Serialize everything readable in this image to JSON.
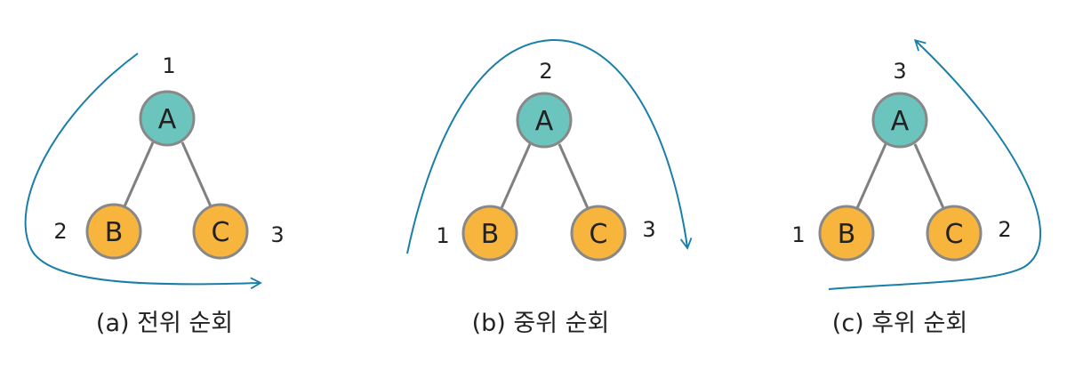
{
  "colors": {
    "root_fill": "#6cc4be",
    "child_fill": "#f7b53d",
    "node_stroke": "#888888",
    "edge": "#808080",
    "arrow": "#1a7fa8"
  },
  "panels": [
    {
      "caption": "(a) 전위 순회",
      "nodes": {
        "root": "A",
        "left": "B",
        "right": "C"
      },
      "order": {
        "root": "1",
        "left": "2",
        "right": "3"
      }
    },
    {
      "caption": "(b) 중위 순회",
      "nodes": {
        "root": "A",
        "left": "B",
        "right": "C"
      },
      "order": {
        "root": "2",
        "left": "1",
        "right": "3"
      }
    },
    {
      "caption": "(c) 후위 순회",
      "nodes": {
        "root": "A",
        "left": "B",
        "right": "C"
      },
      "order": {
        "root": "3",
        "left": "1",
        "right": "2"
      }
    }
  ]
}
